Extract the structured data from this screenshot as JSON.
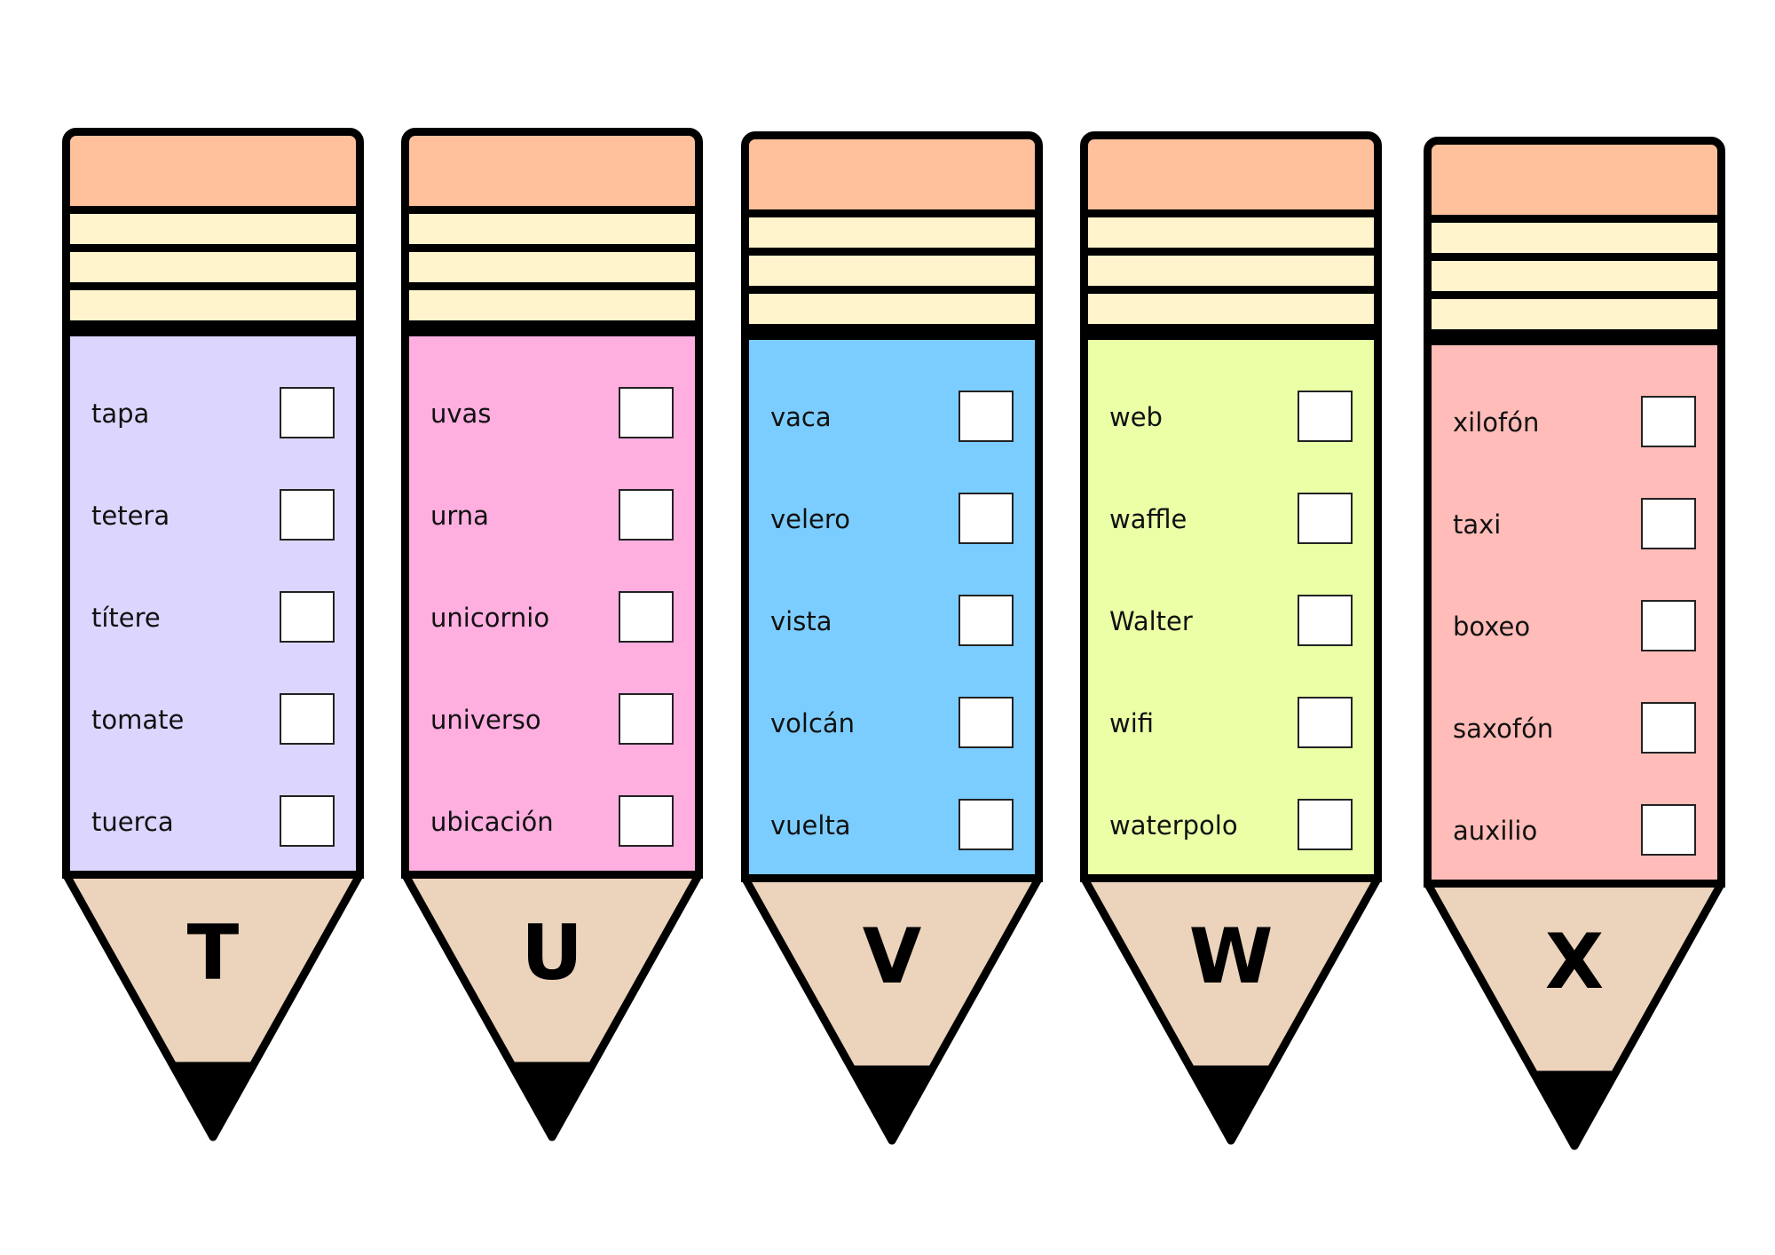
{
  "colors": {
    "cap": "#ffc19b",
    "ferrule": "#fff4cc",
    "wood": "#ecd3bb",
    "lead": "#000000",
    "outline": "#000000"
  },
  "pencils": [
    {
      "letter": "T",
      "body_color": "#dcd6ff",
      "words": [
        "tapa",
        "tetera",
        "títere",
        "tomate",
        "tuerca"
      ]
    },
    {
      "letter": "U",
      "body_color": "#ffaee0",
      "words": [
        "uvas",
        "urna",
        "unicornio",
        "universo",
        "ubicación"
      ]
    },
    {
      "letter": "V",
      "body_color": "#7ccdff",
      "words": [
        "vaca",
        "velero",
        "vista",
        "volcán",
        "vuelta"
      ]
    },
    {
      "letter": "W",
      "body_color": "#eaffa6",
      "words": [
        "web",
        "waffle",
        "Walter",
        "wifi",
        "waterpolo"
      ]
    },
    {
      "letter": "X",
      "body_color": "#ffbcb8",
      "words": [
        "xilofón",
        "taxi",
        "boxeo",
        "saxofón",
        "auxilio"
      ]
    }
  ]
}
